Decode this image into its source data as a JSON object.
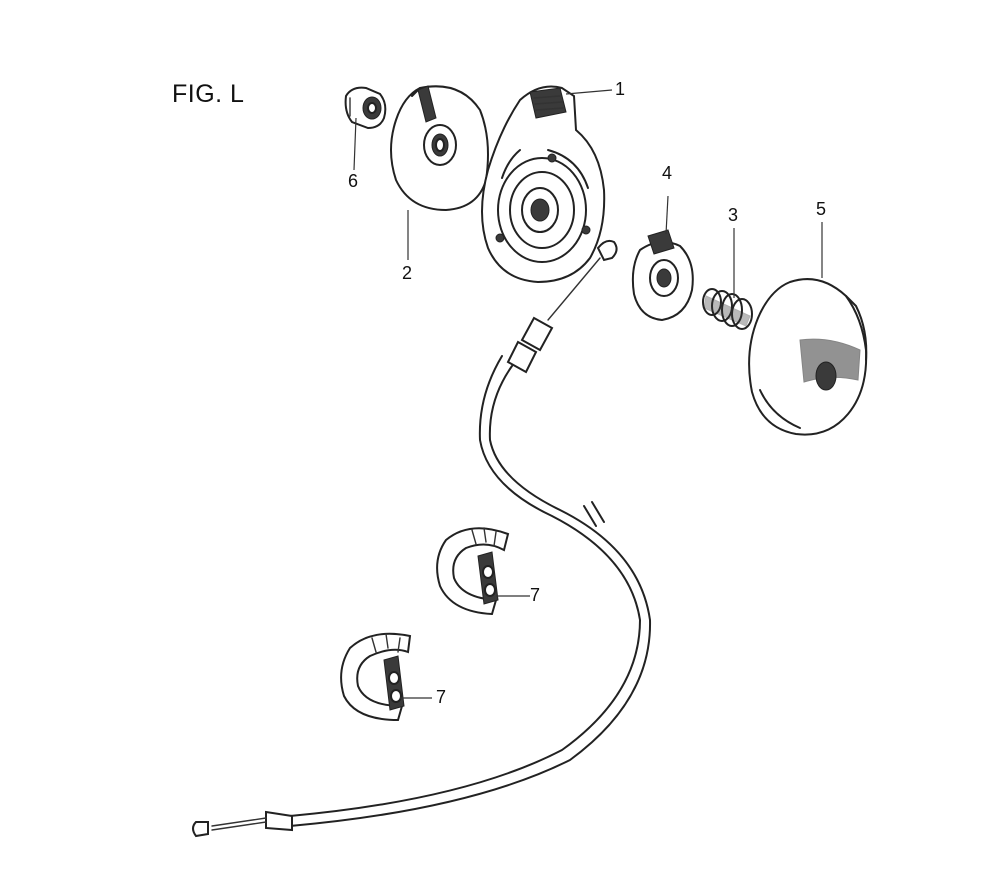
{
  "figure": {
    "title": "FIG. L"
  },
  "callouts": [
    {
      "id": "part-1",
      "label": "1"
    },
    {
      "id": "part-2",
      "label": "2"
    },
    {
      "id": "part-3",
      "label": "3"
    },
    {
      "id": "part-4",
      "label": "4"
    },
    {
      "id": "part-5",
      "label": "5"
    },
    {
      "id": "part-6",
      "label": "6"
    },
    {
      "id": "part-7a",
      "label": "7"
    },
    {
      "id": "part-7b",
      "label": "7"
    }
  ],
  "colors": {
    "ink": "#222222",
    "background": "#ffffff"
  }
}
